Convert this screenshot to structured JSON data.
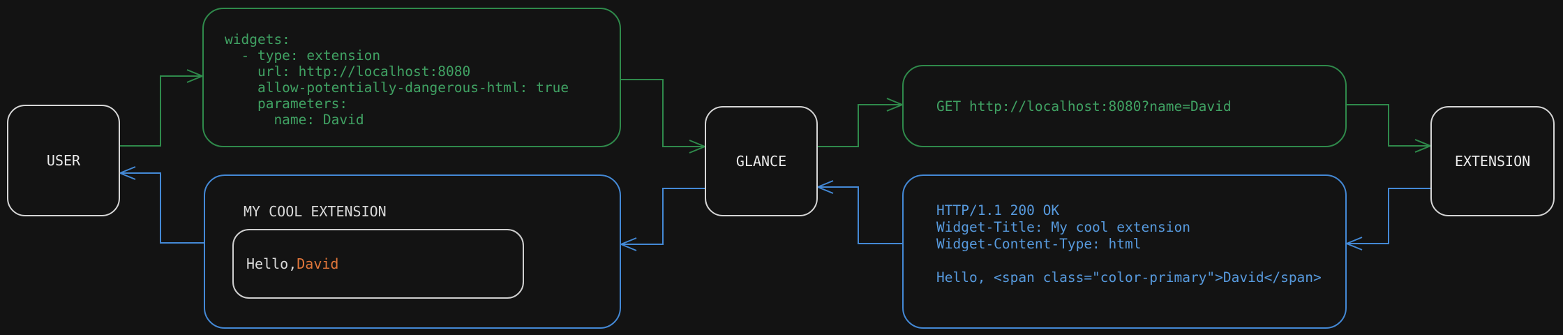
{
  "diagram": {
    "background": "#131313",
    "colors": {
      "request_green": "#2f8a4b",
      "response_blue": "#4489d6",
      "node_border_white": "#d6d6d6",
      "primary_orange": "#e0763a"
    },
    "nodes": {
      "user": "USER",
      "glance": "GLANCE",
      "extension": "EXTENSION"
    },
    "config_box": {
      "lines": [
        "widgets:",
        "  - type: extension",
        "    url: http://localhost:8080",
        "    allow-potentially-dangerous-html: true",
        "    parameters:",
        "      name: David"
      ]
    },
    "request_box": {
      "text": "GET http://localhost:8080?name=David"
    },
    "response_box": {
      "lines": [
        "HTTP/1.1 200 OK",
        "Widget-Title: My cool extension",
        "Widget-Content-Type: html",
        "",
        "Hello, <span class=\"color-primary\">David</span>"
      ]
    },
    "widget_box": {
      "title": "MY COOL EXTENSION",
      "greeting_prefix": "Hello, ",
      "greeting_name": "David"
    }
  }
}
